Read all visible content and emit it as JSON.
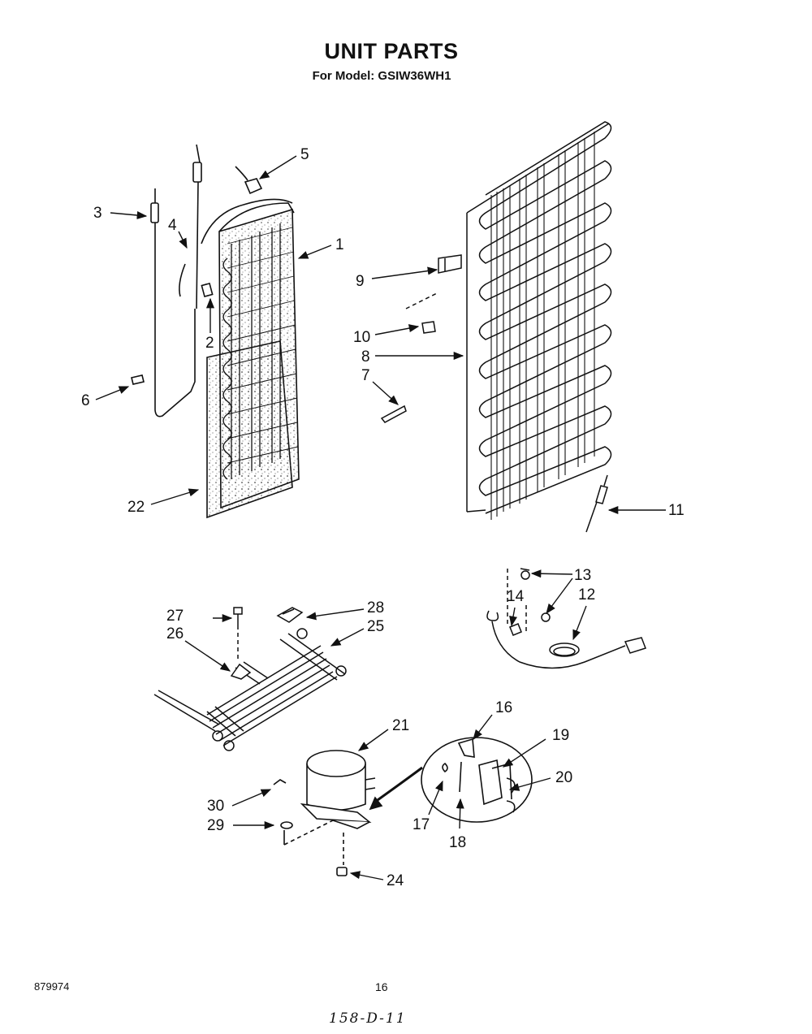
{
  "header": {
    "title": "UNIT PARTS",
    "model_line": "For Model: GSIW36WH1"
  },
  "callouts": {
    "c1": "1",
    "c2": "2",
    "c3": "3",
    "c4": "4",
    "c5": "5",
    "c6": "6",
    "c7": "7",
    "c8": "8",
    "c9": "9",
    "c10": "10",
    "c11": "11",
    "c12": "12",
    "c13": "13",
    "c14": "14",
    "c16": "16",
    "c17": "17",
    "c18": "18",
    "c19": "19",
    "c20": "20",
    "c21": "21",
    "c22": "22",
    "c24": "24",
    "c25": "25",
    "c26": "26",
    "c27": "27",
    "c28": "28",
    "c29": "29",
    "c30": "30"
  },
  "footer": {
    "doc_number": "879974",
    "page_number": "16",
    "handwritten_note": "158-D-11"
  }
}
